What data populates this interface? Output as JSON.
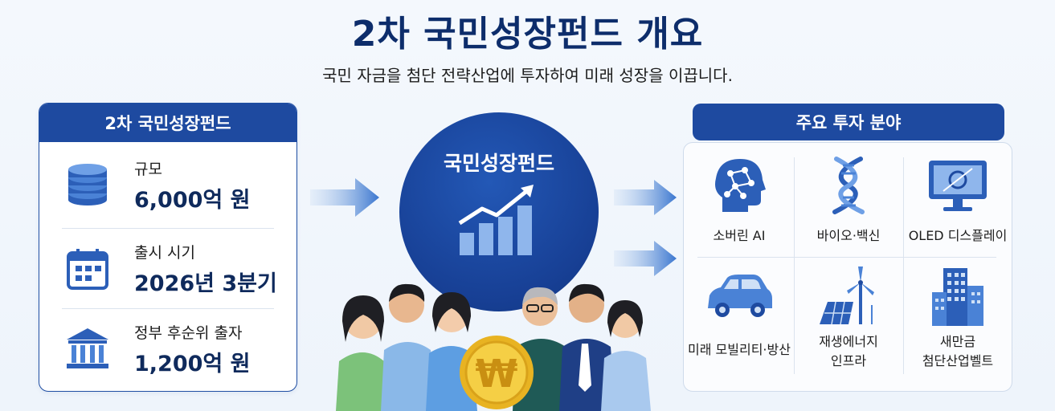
{
  "title": "2차 국민성장펀드 개요",
  "subtitle": "국민 자금을 첨단 전략산업에 투자하여 미래 성장을 이끕니다.",
  "left_card": {
    "header": "2차 국민성장펀드",
    "items": [
      {
        "icon": "coin-stack-icon",
        "label": "규모",
        "value": "6,000억 원"
      },
      {
        "icon": "calendar-icon",
        "label": "출시 시기",
        "value": "2026년 3분기"
      },
      {
        "icon": "government-building-icon",
        "label": "정부 후순위 출자",
        "value": "1,200억 원"
      }
    ]
  },
  "center": {
    "title": "국민성장펀드",
    "icon": "growth-chart-icon",
    "coin_icon": "won-coin-icon",
    "people": "people-group-illustration"
  },
  "right_panel": {
    "header": "주요 투자 분야",
    "sectors": [
      {
        "icon": "ai-head-icon",
        "label": "소버린 AI"
      },
      {
        "icon": "dna-icon",
        "label": "바이오·백신"
      },
      {
        "icon": "display-monitor-icon",
        "label": "OLED 디스플레이"
      },
      {
        "icon": "car-icon",
        "label": "미래 모빌리티·방산"
      },
      {
        "icon": "wind-solar-icon",
        "label_line1": "재생에너지",
        "label_line2": "인프라"
      },
      {
        "icon": "buildings-icon",
        "label_line1": "새만금",
        "label_line2": "첨단산업벨트"
      }
    ]
  },
  "colors": {
    "primary": "#1e4aa0",
    "dark": "#0d2d6b",
    "accent": "#4a8fe0",
    "gold": "#f2c12e"
  }
}
